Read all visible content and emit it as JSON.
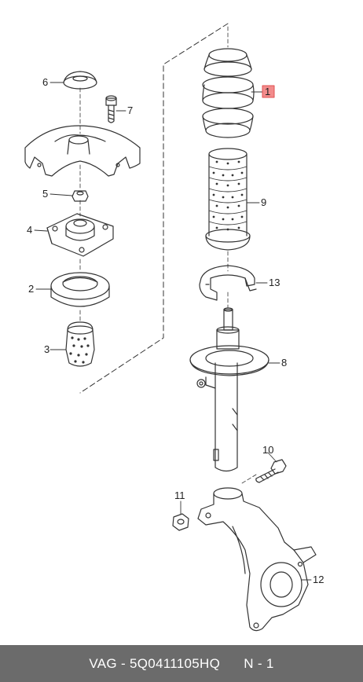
{
  "callouts": [
    {
      "id": "1",
      "label": "1",
      "highlighted": true
    },
    {
      "id": "2",
      "label": "2"
    },
    {
      "id": "3",
      "label": "3"
    },
    {
      "id": "4",
      "label": "4"
    },
    {
      "id": "5",
      "label": "5"
    },
    {
      "id": "6",
      "label": "6"
    },
    {
      "id": "7",
      "label": "7"
    },
    {
      "id": "8",
      "label": "8"
    },
    {
      "id": "9",
      "label": "9"
    },
    {
      "id": "10",
      "label": "10"
    },
    {
      "id": "11",
      "label": "11"
    },
    {
      "id": "12",
      "label": "12"
    },
    {
      "id": "13",
      "label": "13"
    }
  ],
  "footer": {
    "brand": "VAG",
    "separator": "-",
    "part_number": "5Q0411105HQ",
    "suffix": "N - 1"
  },
  "colors": {
    "line": "#333333",
    "highlight_fill": "#f28b8b",
    "highlight_stroke": "#e05050",
    "footer_bg": "#6b6b6b",
    "footer_text": "#ffffff"
  }
}
